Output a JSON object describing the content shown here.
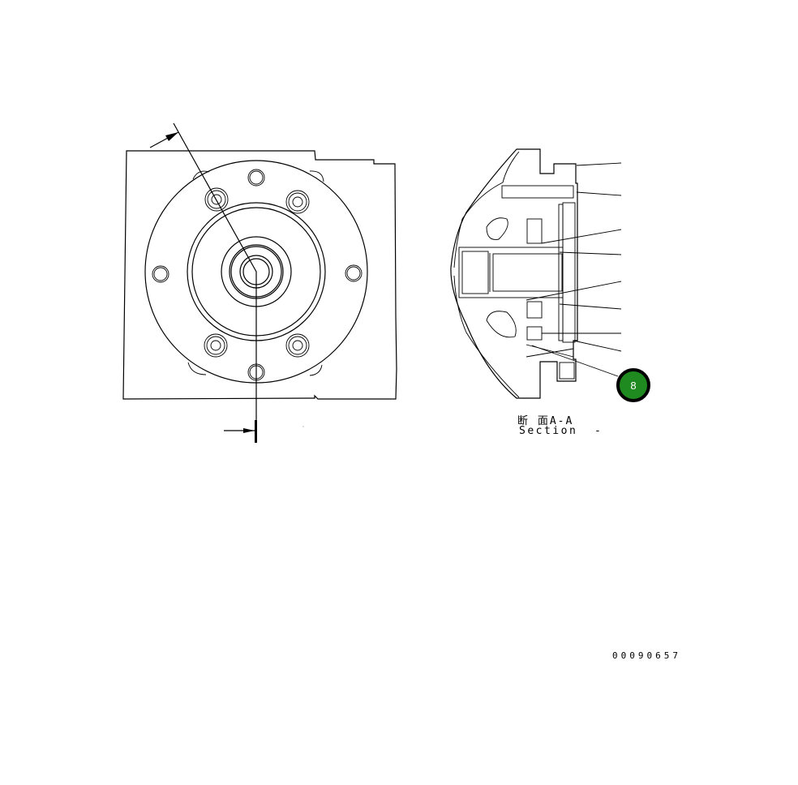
{
  "diagram": {
    "section_label_jp": "断 面A-A",
    "section_label_en": "Section  -",
    "drawing_number": "00090657",
    "callouts": [
      {
        "number": "8",
        "color": "#1f8a1f",
        "border_color": "#000000"
      }
    ],
    "leader_lines_count": 9
  }
}
